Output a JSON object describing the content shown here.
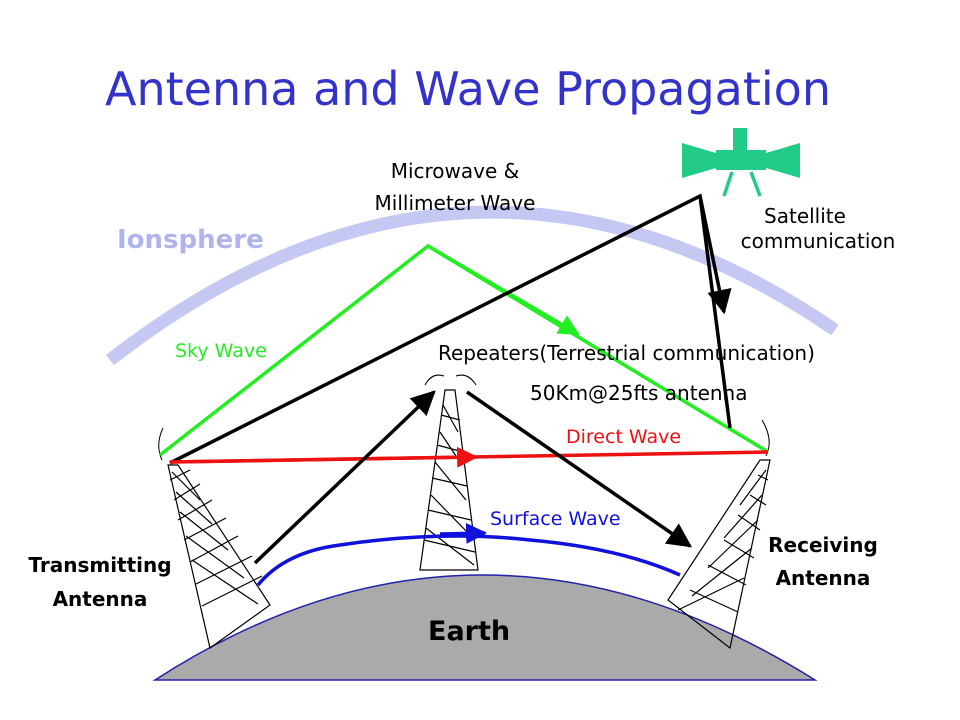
{
  "title": "Antenna and Wave Propagation",
  "labels": {
    "ionosphere": "Ionsphere",
    "microwave_line1": "Microwave &",
    "microwave_line2": "Millimeter Wave",
    "satellite_line1": "Satellite",
    "satellite_line2": "communication",
    "sky_wave": "Sky Wave",
    "repeaters": "Repeaters(Terrestrial communication)",
    "repeater_spec": "50Km@25fts antenna",
    "direct_wave": "Direct Wave",
    "surface_wave": "Surface Wave",
    "transmitting_line1": "Transmitting",
    "transmitting_line2": "Antenna",
    "receiving_line1": "Receiving",
    "receiving_line2": "Antenna",
    "earth": "Earth"
  },
  "colors": {
    "title": "#3333cc",
    "ionosphere": "#c6c8f4",
    "ionosphere_label": "#b0b4ee",
    "sky_wave": "#22ee22",
    "direct_wave": "#ee1111",
    "surface_wave": "#1111dd",
    "satellite": "#22cc88",
    "earth": "#aaaaaa",
    "earth_edge": "#2222aa"
  }
}
